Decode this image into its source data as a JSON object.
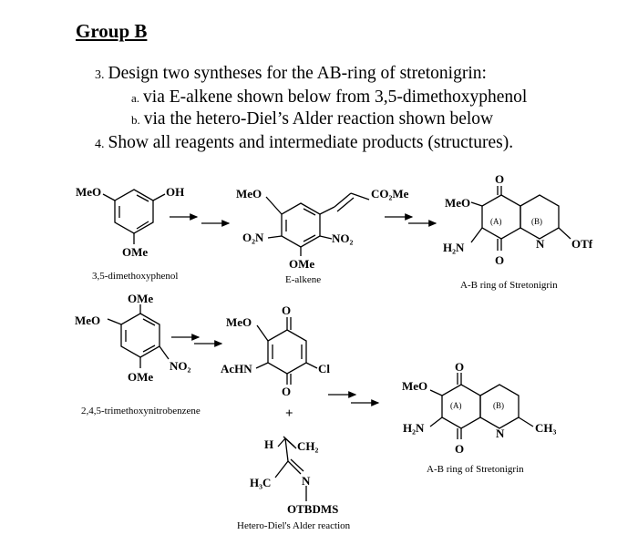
{
  "heading": "Group B",
  "questions": {
    "q3": {
      "number": "3.",
      "text": "Design two syntheses for the AB-ring of stretonigrin:",
      "a_letter": "a.",
      "a_text": "via E-alkene shown below from 3,5-dimethoxyphenol",
      "b_letter": "b.",
      "b_text": "via the hetero-Diel’s Alder reaction shown below"
    },
    "q4": {
      "number": "4.",
      "text": "Show all reagents and intermediate products (structures)."
    }
  },
  "scheme1": {
    "phenol": {
      "meo": "MeO",
      "oh": "OH",
      "ome": "OMe",
      "caption": "3,5-dimethoxyphenol"
    },
    "alkene": {
      "meo": "MeO",
      "co2me": "CO₂Me",
      "o2n": "O₂N",
      "no2": "NO₂",
      "ome": "OMe",
      "caption": "E-alkene"
    },
    "product": {
      "meo": "MeO",
      "h2n": "H₂N",
      "n": "N",
      "otf": "OTf",
      "ring_a": "(A)",
      "ring_b": "(B)",
      "o": "O",
      "caption": "A-B ring of Stretonigrin"
    }
  },
  "scheme2": {
    "nitro": {
      "ome_top": "OMe",
      "meo": "MeO",
      "no2": "NO₂",
      "ome_bottom": "OMe",
      "caption": "2,4,5-trimethoxynitrobenzene"
    },
    "quinone": {
      "meo": "MeO",
      "achn": "AcHN",
      "cl": "Cl",
      "o": "O"
    },
    "plus": "+",
    "diene": {
      "h": "H",
      "ch2": "CH₂",
      "h3c": "H₃C",
      "n": "N",
      "otbdms": "OTBDMS",
      "caption": "Hetero-Diel's Alder reaction"
    },
    "product": {
      "meo": "MeO",
      "h2n": "H₂N",
      "n": "N",
      "ch3": "CH₃",
      "ring_a": "(A)",
      "ring_b": "(B)",
      "o": "O",
      "caption": "A-B ring of Stretonigrin"
    }
  }
}
